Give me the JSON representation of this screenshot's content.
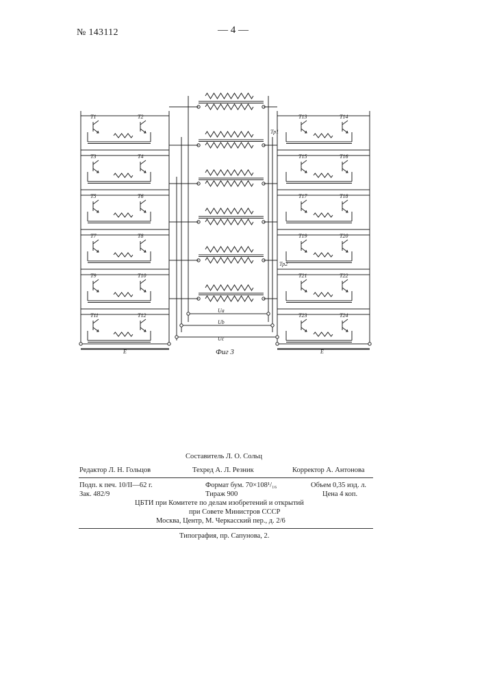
{
  "header": {
    "patent_number": "№ 143112",
    "page_number": "— 4 —"
  },
  "figure": {
    "caption": "Фиг 3",
    "transistors_left": [
      "T1",
      "T2",
      "T3",
      "T4",
      "T5",
      "T6",
      "T7",
      "T8",
      "T9",
      "T10",
      "T11",
      "T12"
    ],
    "transistors_right": [
      "T13",
      "T14",
      "T15",
      "T16",
      "T17",
      "T18",
      "T19",
      "T20",
      "T21",
      "T22",
      "T23",
      "T24"
    ],
    "transformer_labels": [
      "Тр1",
      "Тр2"
    ],
    "voltage_labels": [
      "Ua",
      "Ub",
      "Uc"
    ],
    "supply_label_left": "E",
    "supply_label_right": "E"
  },
  "imprint": {
    "compiler": "Составитель Л. О. Сольц",
    "editor": "Редактор Л. Н. Гольцов",
    "techred": "Техред А. Л. Резник",
    "corrector": "Корректор А. Антонова",
    "signed": "Подп. к печ. 10/II—62 г.",
    "format": "Формат бум. 70×108¹/₁₆",
    "volume": "Объем 0,35 изд. л.",
    "order": "Зак. 482/9",
    "print_run": "Тираж 900",
    "price": "Цена 4 коп.",
    "org_line1": "ЦБТИ при Комитете по делам изобретений и открытий",
    "org_line2": "при Совете Министров СССР",
    "org_line3": "Москва, Центр, М. Черкасский пер., д. 2/6",
    "printing_house": "Типография, пр. Сапунова, 2."
  }
}
